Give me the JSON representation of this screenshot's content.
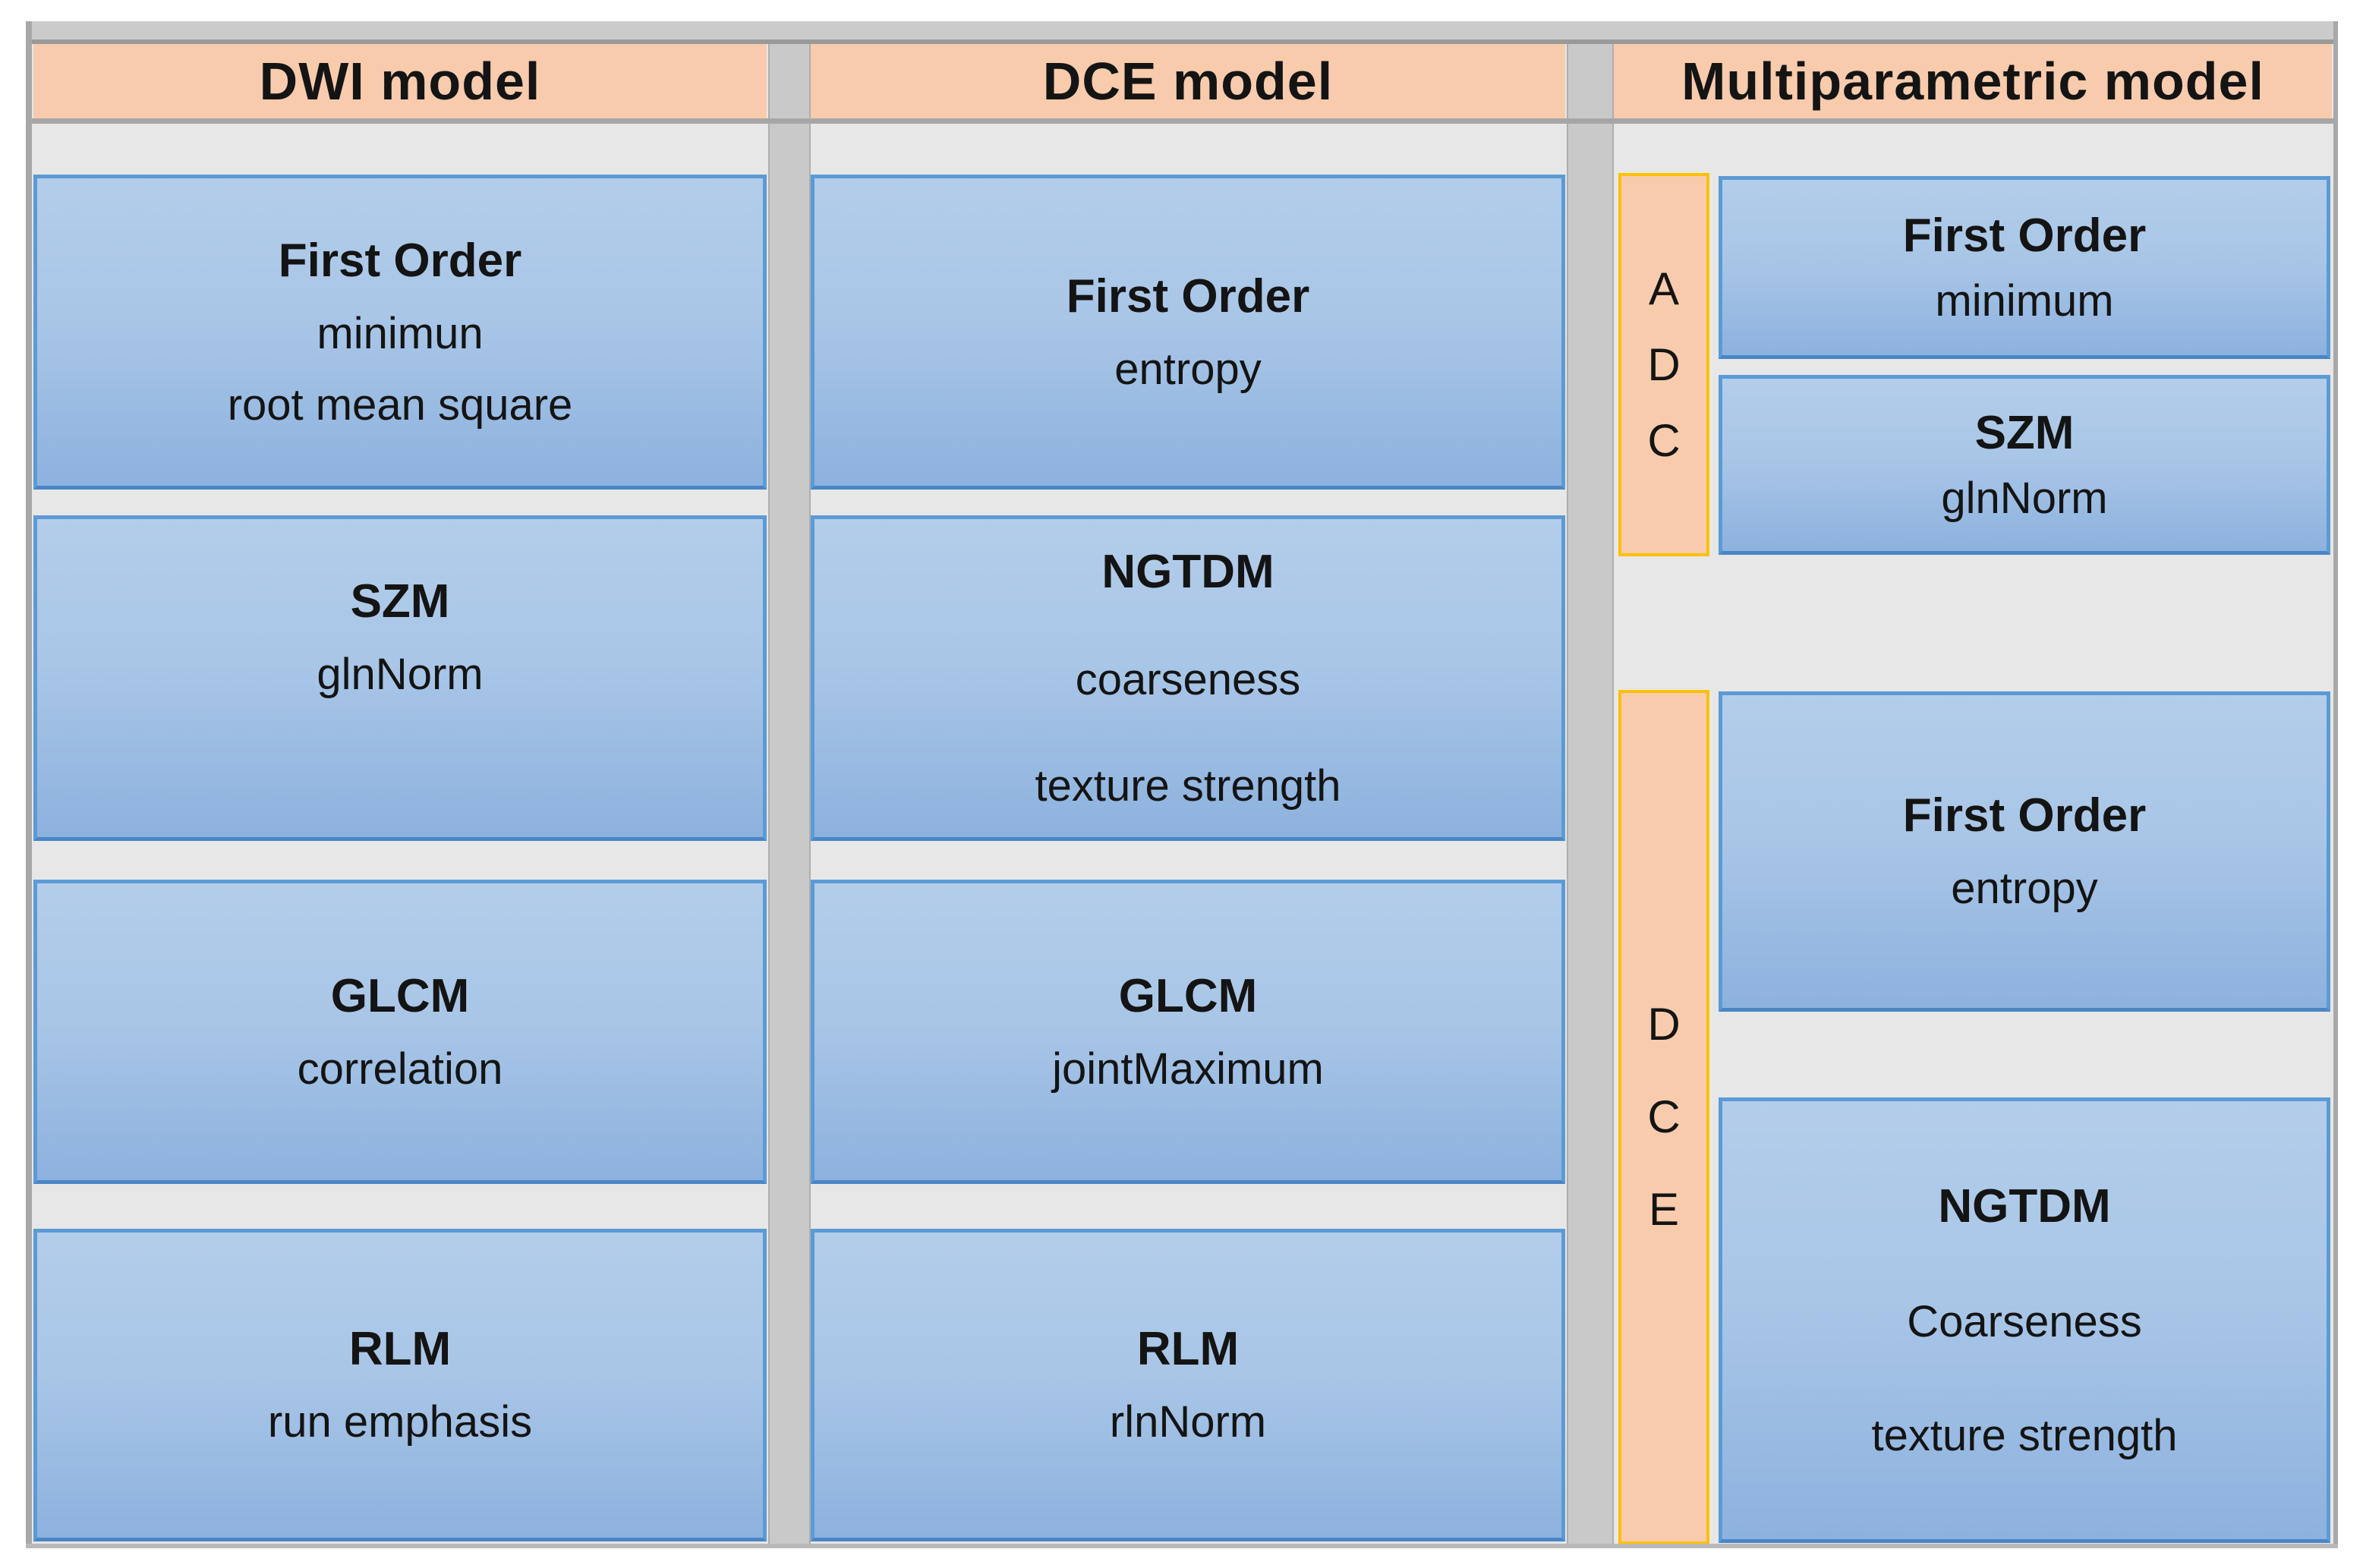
{
  "columns": [
    {
      "header": "DWI model",
      "boxes": [
        {
          "title": "First Order",
          "lines": [
            "minimun",
            "root mean square"
          ]
        },
        {
          "title": "SZM",
          "lines": [
            "glnNorm"
          ]
        },
        {
          "title": "GLCM",
          "lines": [
            "correlation"
          ]
        },
        {
          "title": "RLM",
          "lines": [
            "run emphasis"
          ]
        }
      ]
    },
    {
      "header": "DCE model",
      "boxes": [
        {
          "title": "First Order",
          "lines": [
            "entropy"
          ]
        },
        {
          "title": "NGTDM",
          "lines": [
            "coarseness",
            "texture strength"
          ]
        },
        {
          "title": "GLCM",
          "lines": [
            "jointMaximum"
          ]
        },
        {
          "title": "RLM",
          "lines": [
            "rlnNorm"
          ]
        }
      ]
    },
    {
      "header": "Multiparametric model",
      "groups": [
        {
          "label": "ADC",
          "letters": [
            "A",
            "D",
            "C"
          ],
          "boxes": [
            {
              "title": "First Order",
              "lines": [
                "minimum"
              ]
            },
            {
              "title": "SZM",
              "lines": [
                "glnNorm"
              ]
            }
          ]
        },
        {
          "label": "DCE",
          "letters": [
            "D",
            "C",
            "E"
          ],
          "boxes": [
            {
              "title": "First Order",
              "lines": [
                "entropy"
              ]
            },
            {
              "title": "NGTDM",
              "lines": [
                "Coarseness",
                "texture strength"
              ]
            }
          ]
        }
      ]
    }
  ],
  "colors": {
    "header_fill": "#f8cbad",
    "sidebar_fill": "#f8cbad",
    "sidebar_border": "#ffc000",
    "box_fill_top": "#b3cdea",
    "box_fill_bottom": "#8db2de",
    "box_border": "#5b9bd5",
    "panel_background": "#e7e7e7",
    "column_separator": "#c9c9c9",
    "frame_line": "#a6a6a6"
  }
}
